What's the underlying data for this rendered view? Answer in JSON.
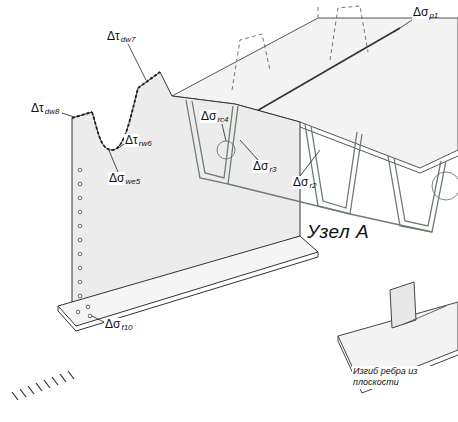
{
  "diagram": {
    "labels": [
      "Δτ",
      "dw8",
      "Δτ",
      "dw7",
      "Δτ",
      "rw6",
      "Δσ",
      "we5",
      "Δσ",
      "rc4",
      "Δσ",
      "p1",
      "Δσ",
      "r3",
      "Δσ",
      "r2",
      "Δσ",
      "f10",
      "Узел A",
      "Изгиб ребра из плоскости"
    ]
  }
}
